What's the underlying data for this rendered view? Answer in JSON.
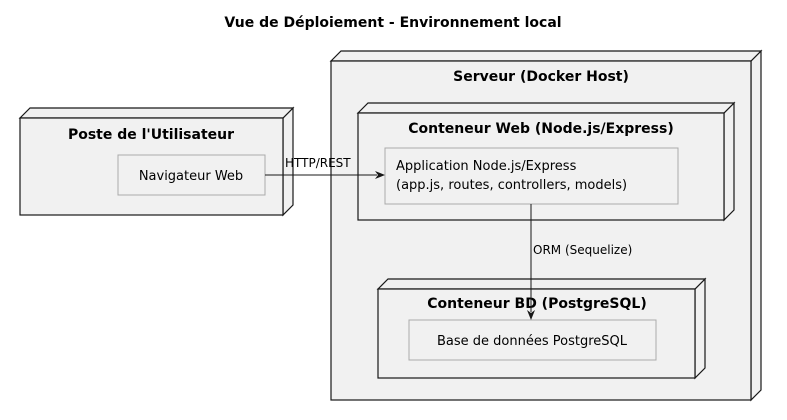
{
  "diagram": {
    "title": "Vue de Déploiement - Environnement local",
    "nodes": {
      "user_station": {
        "title": "Poste de l'Utilisateur",
        "component": "Navigateur Web"
      },
      "server": {
        "title": "Serveur (Docker Host)"
      },
      "web_container": {
        "title": "Conteneur Web (Node.js/Express)",
        "component_line1": "Application Node.js/Express",
        "component_line2": "(app.js, routes, controllers, models)"
      },
      "db_container": {
        "title": "Conteneur BD (PostgreSQL)",
        "component": "Base de données PostgreSQL"
      }
    },
    "edges": {
      "browser_to_app": "HTTP/REST",
      "app_to_db": "ORM (Sequelize)"
    }
  }
}
